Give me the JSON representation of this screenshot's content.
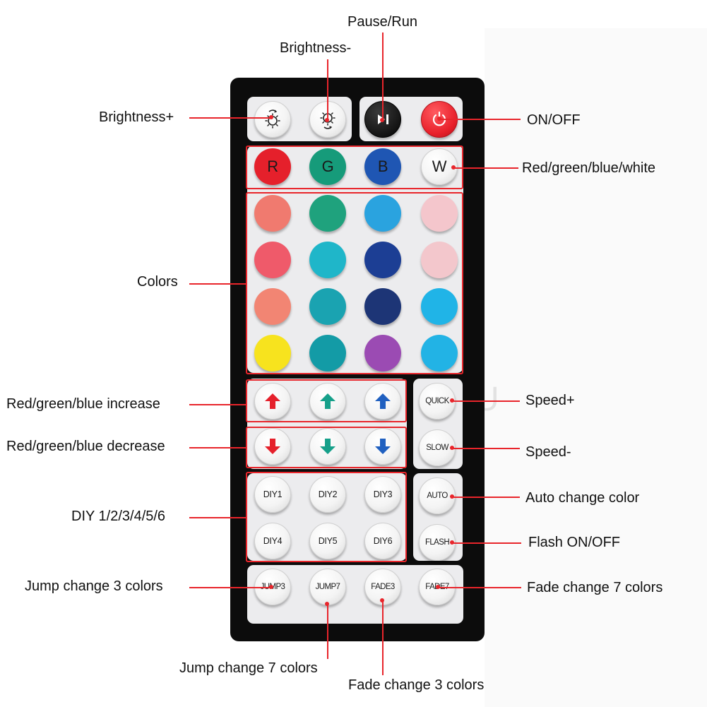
{
  "remote": {
    "top_buttons": [
      {
        "id": "brightness-up",
        "label": "",
        "icon": "sun-up-icon"
      },
      {
        "id": "brightness-down",
        "label": "",
        "icon": "sun-down-icon"
      },
      {
        "id": "pause-run",
        "label": "",
        "icon": "play-pause-icon"
      },
      {
        "id": "power",
        "label": "",
        "icon": "power-icon"
      }
    ],
    "rgbw_buttons": [
      {
        "label": "R",
        "color": "#e5202b"
      },
      {
        "label": "G",
        "color": "#169b7a"
      },
      {
        "label": "B",
        "color": "#1f56b3"
      },
      {
        "label": "W",
        "color": "#ffffff"
      }
    ],
    "color_grid": [
      [
        "#f07a6f",
        "#1fa27d",
        "#2aa3df",
        "#f4c6cc"
      ],
      [
        "#ef5a6a",
        "#1fb6c9",
        "#1c3e94",
        "#f3c7cc"
      ],
      [
        "#f28573",
        "#1aa3b1",
        "#1d3576",
        "#20b4e7"
      ],
      [
        "#f7e31e",
        "#139ba6",
        "#9b4bb3",
        "#22b3e5"
      ]
    ],
    "increase_arrows": [
      "#e5202b",
      "#16a08a",
      "#2060c0"
    ],
    "decrease_arrows": [
      "#e5202b",
      "#16a08a",
      "#2060c0"
    ],
    "speed_buttons": {
      "quick": "QUICK",
      "slow": "SLOW"
    },
    "diy_buttons": [
      "DIY1",
      "DIY2",
      "DIY3",
      "DIY4",
      "DIY5",
      "DIY6"
    ],
    "mode_buttons": {
      "auto": "AUTO",
      "flash": "FLASH"
    },
    "bottom_buttons": [
      "JUMP3",
      "JUMP7",
      "FADE3",
      "FADE7"
    ]
  },
  "labels": {
    "pause_run": "Pause/Run",
    "brightness_down": "Brightness-",
    "brightness_up": "Brightness+",
    "on_off": "ON/OFF",
    "rgbw": "Red/green/blue/white",
    "colors": "Colors",
    "rgb_increase": "Red/green/blue increase",
    "rgb_decrease": "Red/green/blue decrease",
    "speed_up": "Speed+",
    "speed_down": "Speed-",
    "auto_change": "Auto change color",
    "flash": "Flash ON/OFF",
    "diy": "DIY 1/2/3/4/5/6",
    "jump3": "Jump change 3 colors",
    "fade7": "Fade change 7 colors",
    "jump7": "Jump change 7 colors",
    "fade3": "Fade change 3 colors"
  },
  "colors": {
    "accent_line": "#e8252b",
    "remote_body": "#0c0c0c",
    "panel": "#ececee"
  }
}
